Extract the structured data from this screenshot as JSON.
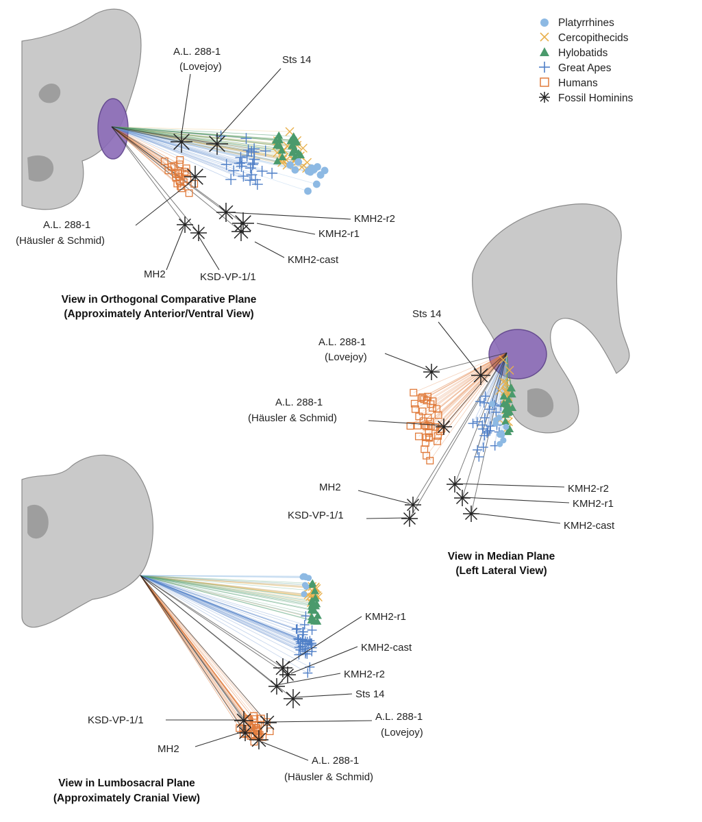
{
  "legend": [
    {
      "name": "Platyrrhines",
      "marker": "circle",
      "color": "#8db9e3"
    },
    {
      "name": "Cercopithecids",
      "marker": "x",
      "color": "#e8b04c"
    },
    {
      "name": "Hylobatids",
      "marker": "triangle",
      "color": "#4a9a6c"
    },
    {
      "name": "Great Apes",
      "marker": "plus",
      "color": "#4f7fc7"
    },
    {
      "name": "Humans",
      "marker": "square",
      "color": "#e07a3a"
    },
    {
      "name": "Fossil Hominins",
      "marker": "asterisk",
      "color": "#222222"
    }
  ],
  "colors": {
    "acetabulum": "#8b6bb8",
    "acetabulum_stroke": "#5c3f8a",
    "bone": "#c9c9c9"
  },
  "panels": {
    "orthogonal": {
      "title_line1": "View in Orthogonal Comparative Plane",
      "title_line2": "(Approximately Anterior/Ventral View)",
      "labels": {
        "al288_lovejoy_1": "A.L. 288-1",
        "al288_lovejoy_2": "(Lovejoy)",
        "sts14": "Sts 14",
        "al288_hs_1": "A.L. 288-1",
        "al288_hs_2": "(Häusler & Schmid)",
        "kmh2_r2": "KMH2-r2",
        "kmh2_r1": "KMH2-r1",
        "kmh2_cast": "KMH2-cast",
        "mh2": "MH2",
        "ksd": "KSD-VP-1/1"
      }
    },
    "median": {
      "title_line1": "View in Median Plane",
      "title_line2": "(Left Lateral View)",
      "labels": {
        "sts14": "Sts 14",
        "al288_lovejoy_1": "A.L. 288-1",
        "al288_lovejoy_2": "(Lovejoy)",
        "al288_hs_1": "A.L. 288-1",
        "al288_hs_2": "(Häusler & Schmid)",
        "mh2": "MH2",
        "ksd": "KSD-VP-1/1",
        "kmh2_r2": "KMH2-r2",
        "kmh2_r1": "KMH2-r1",
        "kmh2_cast": "KMH2-cast"
      }
    },
    "lumbosacral": {
      "title_line1": "View in Lumbosacral Plane",
      "title_line2": "(Approximately Cranial View)",
      "labels": {
        "kmh2_r1": "KMH2-r1",
        "kmh2_cast": "KMH2-cast",
        "kmh2_r2": "KMH2-r2",
        "sts14": "Sts 14",
        "ksd": "KSD-VP-1/1",
        "al288_lovejoy_1": "A.L. 288-1",
        "al288_lovejoy_2": "(Lovejoy)",
        "mh2": "MH2",
        "al288_hs_1": "A.L. 288-1",
        "al288_hs_2": "(Häusler & Schmid)"
      }
    }
  }
}
